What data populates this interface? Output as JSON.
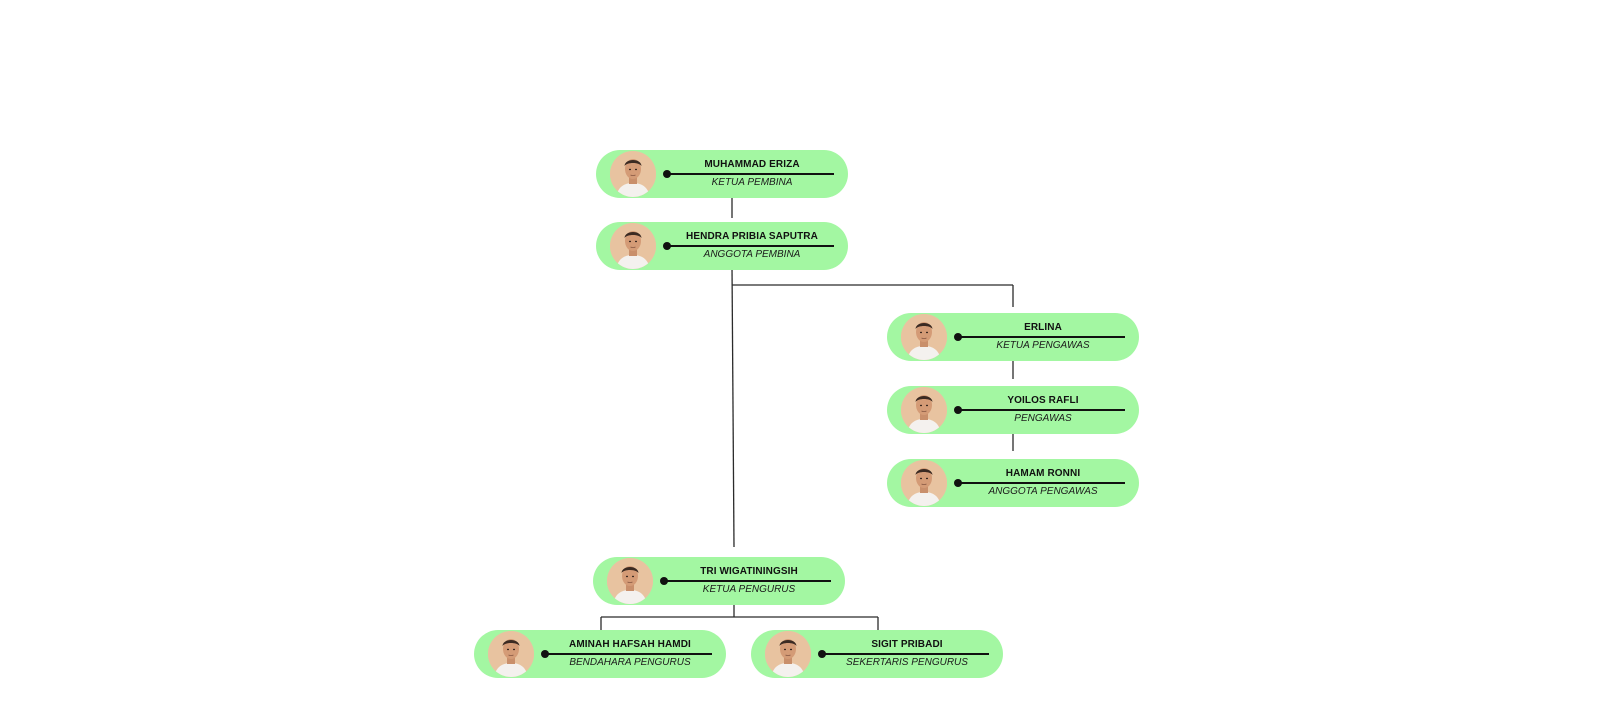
{
  "members": [
    {
      "id": "muhammad-eriza",
      "name": "MUHAMMAD ERIZA",
      "role": "KETUA PEMBINA",
      "avatar_icon": "person-photo-icon"
    },
    {
      "id": "hendra-pribia-saputra",
      "name": "HENDRA PRIBIA SAPUTRA",
      "role": "ANGGOTA PEMBINA",
      "avatar_icon": "person-photo-icon"
    },
    {
      "id": "erlina",
      "name": "ERLINA",
      "role": "KETUA PENGAWAS",
      "avatar_icon": "person-photo-icon"
    },
    {
      "id": "yoilos-rafli",
      "name": "YOILOS RAFLI",
      "role": "PENGAWAS",
      "avatar_icon": "person-photo-icon"
    },
    {
      "id": "hamam-ronni",
      "name": "HAMAM RONNI",
      "role": "ANGGOTA PENGAWAS",
      "avatar_icon": "person-photo-icon"
    },
    {
      "id": "tri-wigatiningsih",
      "name": "TRI WIGATININGSIH",
      "role": "KETUA PENGURUS",
      "avatar_icon": "person-photo-icon"
    },
    {
      "id": "aminah-hafsah-hamdi",
      "name": "AMINAH HAFSAH HAMDI",
      "role": "BENDAHARA PENGURUS",
      "avatar_icon": "person-photo-icon"
    },
    {
      "id": "sigit-pribadi",
      "name": "SIGIT PRIBADI",
      "role": "SEKERTARIS PENGURUS",
      "avatar_icon": "person-photo-icon"
    }
  ],
  "colors": {
    "card_fill": "#a3f7a2",
    "connector": "#2b2b2b",
    "text": "#111111",
    "avatar_bg": "#e9c6a2"
  }
}
